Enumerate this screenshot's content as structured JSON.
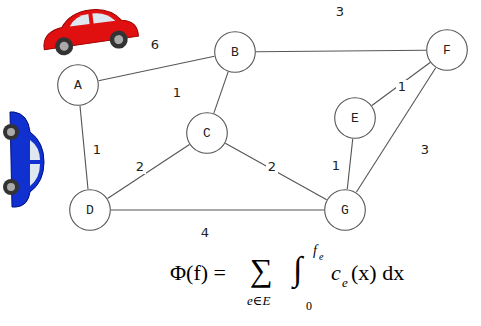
{
  "diagram": {
    "nodes": [
      {
        "text": [
          "A"
        ]
      },
      {
        "text": [
          "B"
        ]
      },
      {
        "text": [
          "C"
        ]
      },
      {
        "text": [
          "D"
        ]
      },
      {
        "text": [
          "E"
        ]
      },
      {
        "text": [
          "F"
        ]
      },
      {
        "text": [
          "G"
        ]
      }
    ],
    "edges": [
      {
        "from": 0,
        "to": 1,
        "arrow": "none",
        "label": "6"
      },
      {
        "from": 0,
        "to": 3,
        "arrow": "none",
        "label": "1"
      },
      {
        "from": 1,
        "to": 2,
        "arrow": "none",
        "label": "1"
      },
      {
        "from": 1,
        "to": 5,
        "arrow": "none",
        "label": "3"
      },
      {
        "from": 2,
        "to": 3,
        "arrow": "none",
        "label": "2"
      },
      {
        "from": 2,
        "to": 6,
        "arrow": "none",
        "label": "2"
      },
      {
        "from": 3,
        "to": 6,
        "arrow": "none",
        "label": "4"
      },
      {
        "from": 4,
        "to": 5,
        "arrow": "none",
        "label": "1"
      },
      {
        "from": 4,
        "to": 6,
        "arrow": "none",
        "label": "1"
      },
      {
        "from": 6,
        "to": 5,
        "arrow": "none",
        "label": "3"
      }
    ],
    "labels": [
      "Φ(f) =",
      "∑",
      "e∈E",
      "∫",
      "0",
      "f",
      "e",
      "c",
      "e",
      "(x) dx"
    ]
  }
}
